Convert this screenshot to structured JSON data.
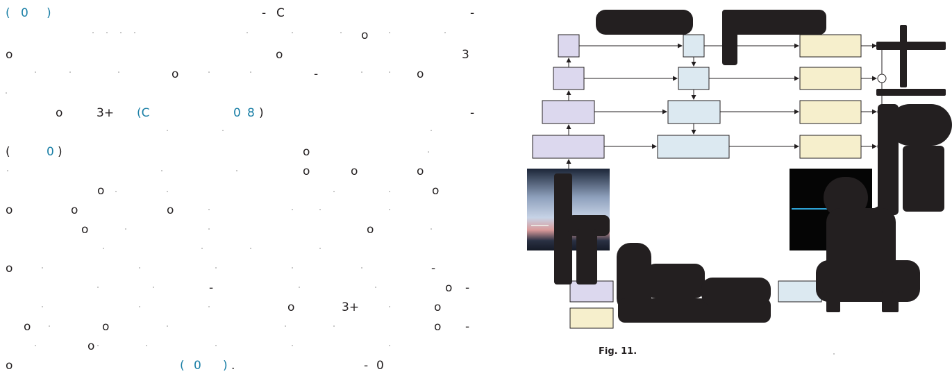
{
  "text_column": {
    "tokens": [
      {
        "text": "(",
        "link": true
      },
      {
        "text": "0",
        "link": true
      },
      {
        "text": ")",
        "link": true
      },
      {
        "text": "-",
        "link": false
      },
      {
        "text": "C",
        "link": false
      },
      {
        "text": "-",
        "link": false
      },
      {
        "text": "o",
        "link": false
      },
      {
        "text": "o",
        "link": false
      },
      {
        "text": "o",
        "link": false
      },
      {
        "text": "3",
        "link": false
      },
      {
        "text": "o",
        "link": false
      },
      {
        "text": "-",
        "link": false
      },
      {
        "text": "o",
        "link": false
      },
      {
        "text": "o",
        "link": false
      },
      {
        "text": "3+",
        "link": false
      },
      {
        "text": "(C",
        "link": true
      },
      {
        "text": "0",
        "link": true
      },
      {
        "text": "8",
        "link": true
      },
      {
        "text": ")",
        "link": false
      },
      {
        "text": "-",
        "link": false
      },
      {
        "text": "(",
        "link": false
      },
      {
        "text": "0",
        "link": true
      },
      {
        "text": ")",
        "link": false
      },
      {
        "text": "o",
        "link": false
      },
      {
        "text": "o",
        "link": false
      },
      {
        "text": "o",
        "link": false
      },
      {
        "text": "o",
        "link": false
      },
      {
        "text": "o",
        "link": false
      },
      {
        "text": "o",
        "link": false
      },
      {
        "text": "o",
        "link": false
      },
      {
        "text": "o",
        "link": false
      },
      {
        "text": "o",
        "link": false
      },
      {
        "text": "o",
        "link": false
      },
      {
        "text": "o",
        "link": false
      },
      {
        "text": "o",
        "link": false
      },
      {
        "text": "-",
        "link": false
      },
      {
        "text": "-",
        "link": false
      },
      {
        "text": "o",
        "link": false
      },
      {
        "text": "-",
        "link": false
      },
      {
        "text": "o",
        "link": false
      },
      {
        "text": "3+",
        "link": false
      },
      {
        "text": "o",
        "link": false
      },
      {
        "text": "o",
        "link": false
      },
      {
        "text": "o",
        "link": false
      },
      {
        "text": "o",
        "link": false
      },
      {
        "text": "-",
        "link": false
      },
      {
        "text": "o",
        "link": false
      },
      {
        "text": "o",
        "link": false
      },
      {
        "text": "(",
        "link": true
      },
      {
        "text": "0",
        "link": true
      },
      {
        "text": ")",
        "link": true
      },
      {
        "text": ".",
        "link": false
      },
      {
        "text": "-",
        "link": false
      },
      {
        "text": "0",
        "link": false
      }
    ]
  },
  "figure": {
    "caption": "Fig. 11.",
    "colors": {
      "purple_fill": "#dcd8ee",
      "blue_fill": "#dce9f1",
      "yellow_fill": "#f6efcc",
      "stroke": "#231f20",
      "overlay_text": "#231f20"
    },
    "overlay_labels": [
      "",
      "",
      "",
      "",
      "",
      "",
      "",
      "",
      ""
    ]
  }
}
